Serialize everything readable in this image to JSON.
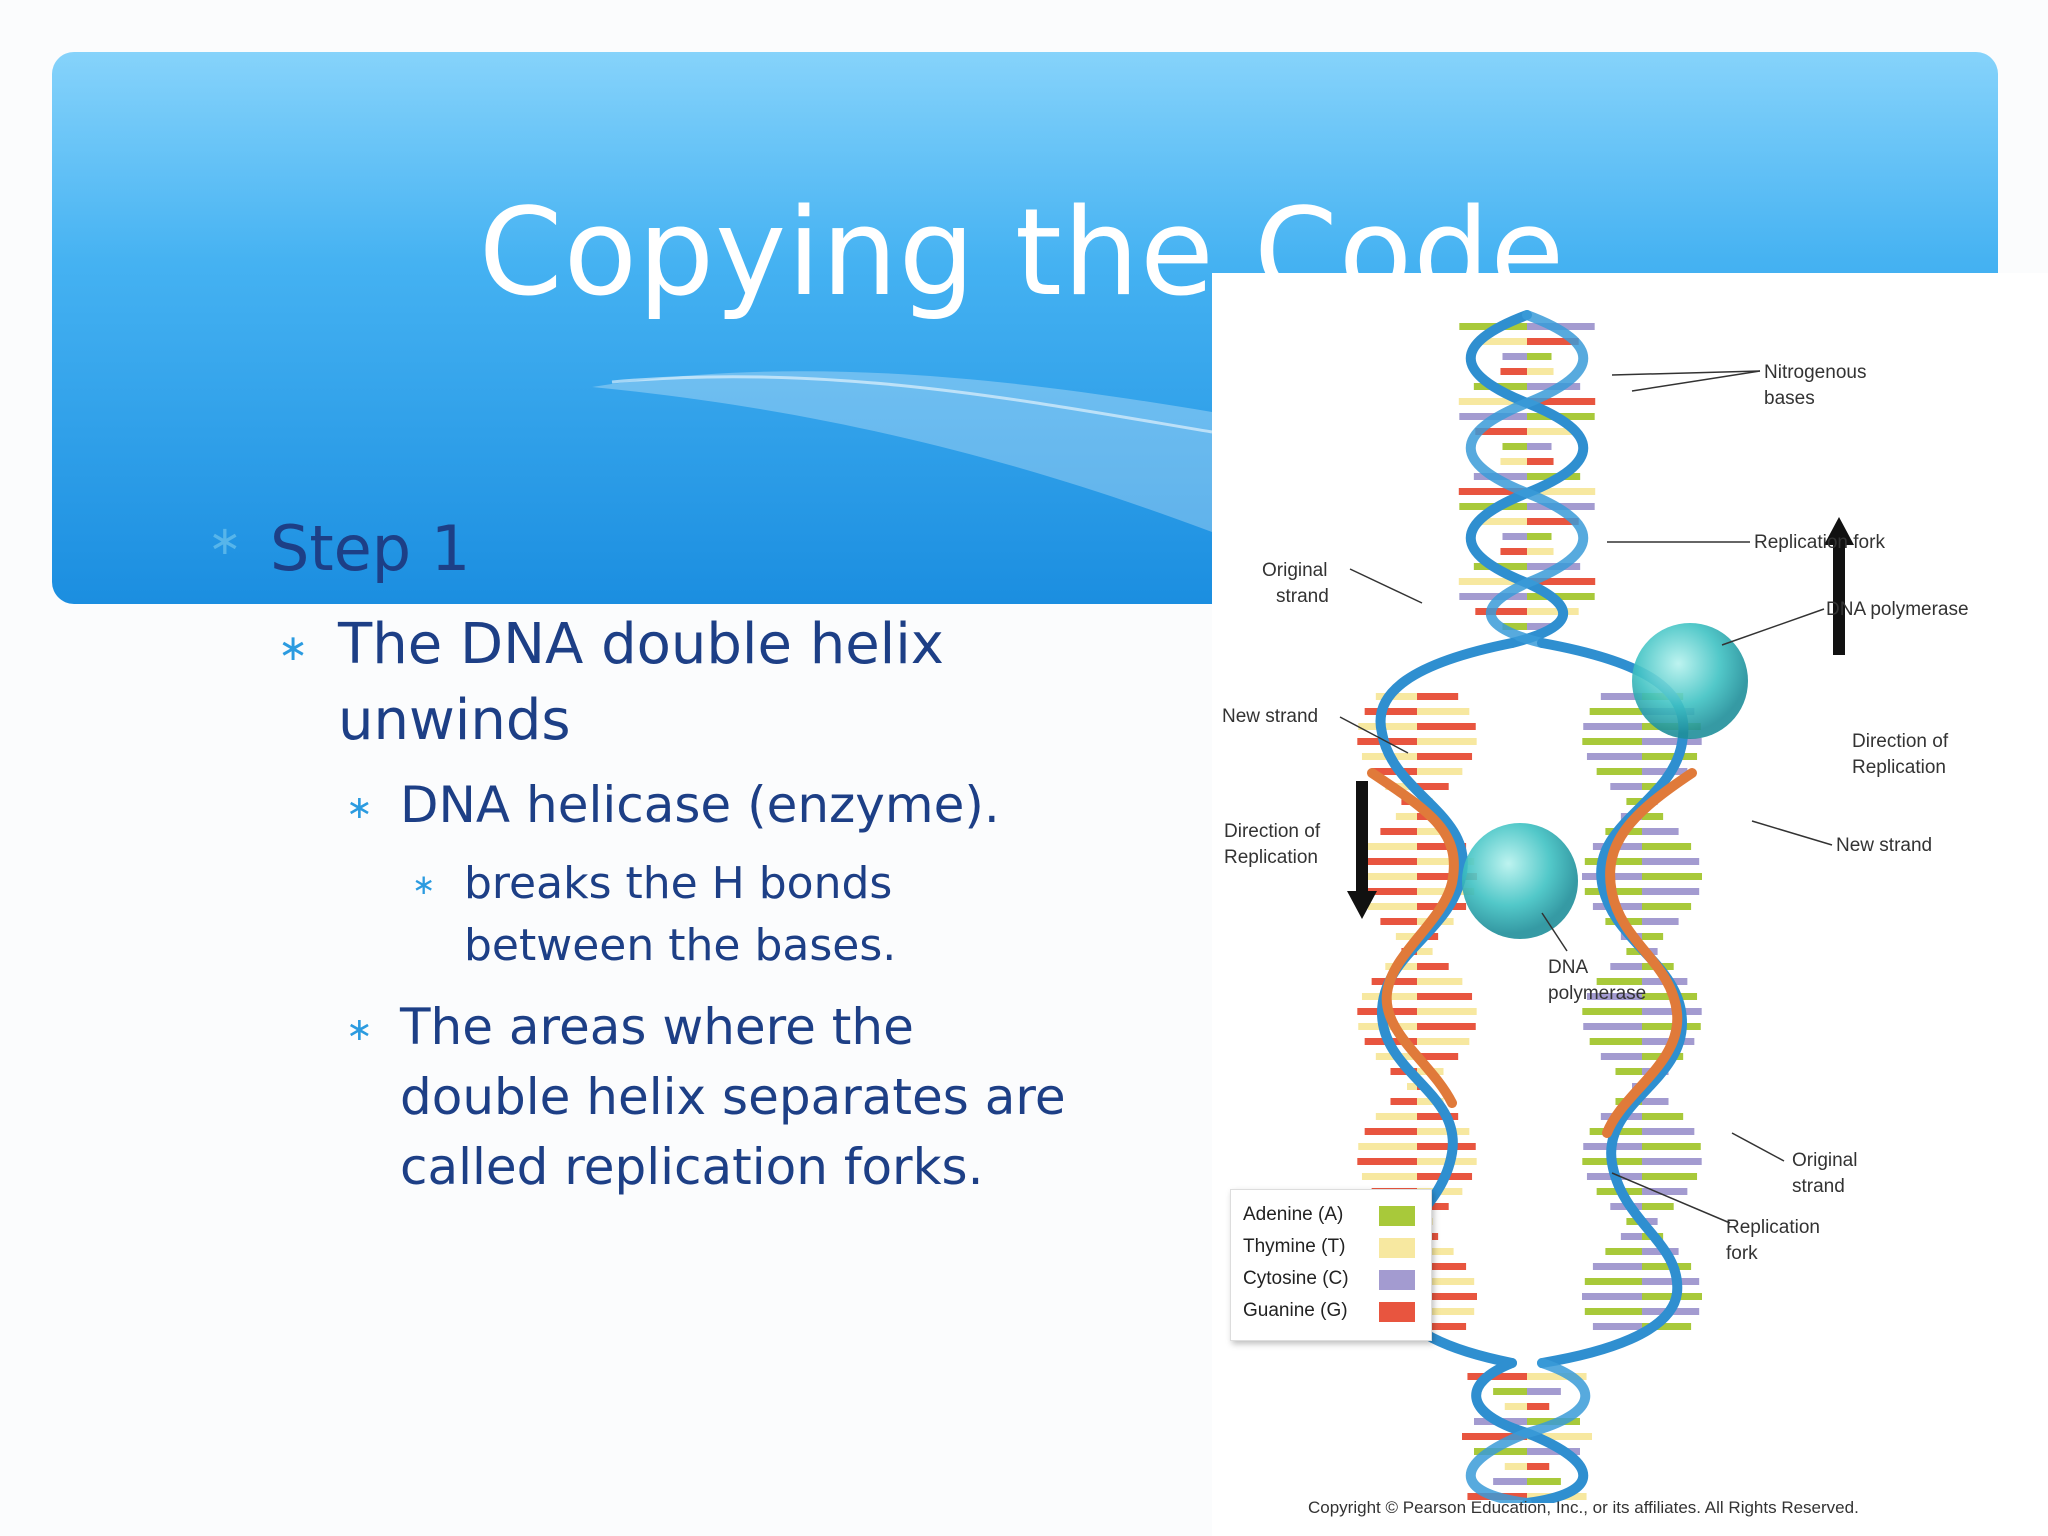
{
  "slide": {
    "title": "Copying the Code",
    "bullets": {
      "step": "Step 1",
      "main_line1": "The DNA double helix",
      "main_line2": "unwinds",
      "sub1": "DNA helicase (enzyme).",
      "sub1a_line1": "breaks the H bonds",
      "sub1a_line2": "between the bases.",
      "sub2_line1": "The areas where the",
      "sub2_line2": "double helix separates are",
      "sub2_line3": "called replication forks."
    },
    "bullet_glyph": "∗"
  },
  "figure": {
    "labels": {
      "nitrogenous_bases_1": "Nitrogenous",
      "nitrogenous_bases_2": "bases",
      "replication_fork_top": "Replication fork",
      "dna_polymerase_right": "DNA polymerase",
      "original_strand_left_1": "Original",
      "original_strand_left_2": "strand",
      "new_strand_left": "New strand",
      "direction_left_1": "Direction of",
      "direction_left_2": "Replication",
      "direction_right_1": "Direction of",
      "direction_right_2": "Replication",
      "new_strand_right": "New strand",
      "dna_polymerase_center_1": "DNA",
      "dna_polymerase_center_2": "polymerase",
      "original_strand_right_1": "Original",
      "original_strand_right_2": "strand",
      "replication_fork_bottom_1": "Replication",
      "replication_fork_bottom_2": "fork"
    },
    "legend": [
      {
        "label": "Adenine (A)",
        "color": "#a8c93a"
      },
      {
        "label": "Thymine (T)",
        "color": "#f7e8a0"
      },
      {
        "label": "Cytosine (C)",
        "color": "#a39bd0"
      },
      {
        "label": "Guanine (G)",
        "color": "#e8553f"
      }
    ],
    "copyright": "Copyright © Pearson Education, Inc., or its affiliates.  All Rights Reserved."
  },
  "colors": {
    "header_top": "#86d3fb",
    "header_bottom": "#1b8ee0",
    "text": "#1d3f86",
    "bullet": "#2b9be0",
    "strand_original": "#2f8fd0",
    "strand_new": "#e07a3a"
  }
}
